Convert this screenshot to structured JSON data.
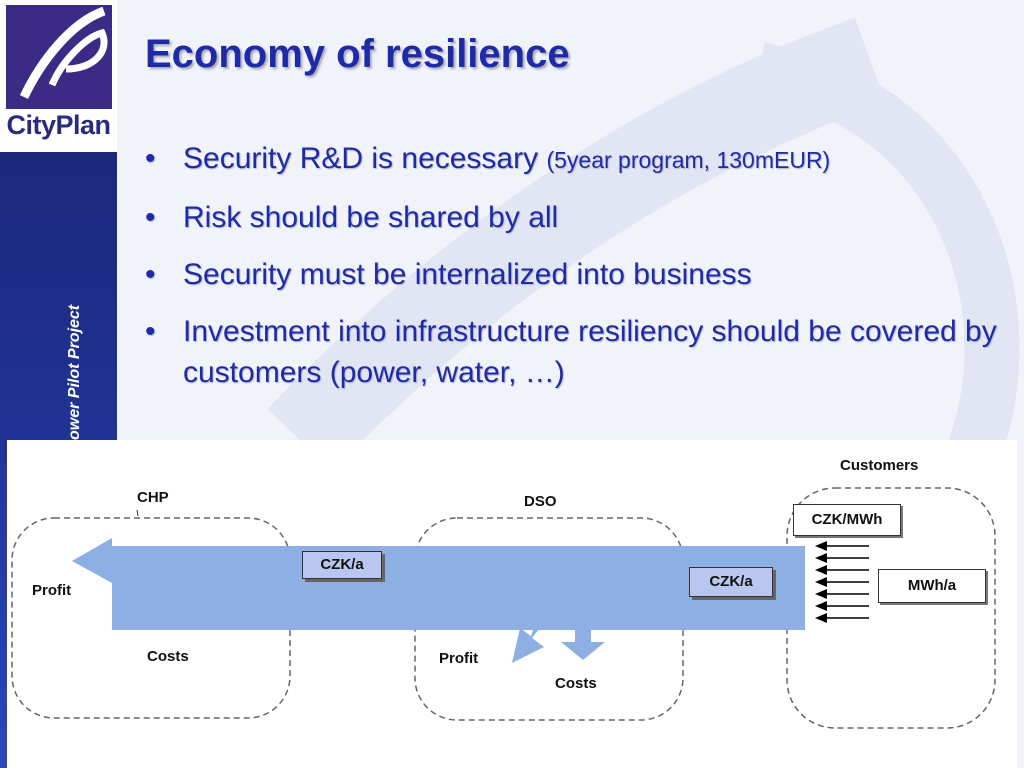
{
  "logo": {
    "name": "CityPlan",
    "icon": "cityplan-logo-mark"
  },
  "sidebar": {
    "label": "ower Pilot Project"
  },
  "title": "Economy of resilience",
  "bullets": [
    {
      "text": "Security R&D is necessary ",
      "note": "(5year program, 130mEUR)"
    },
    {
      "text": "Risk should be shared by all"
    },
    {
      "text": "Security must be internalized into business"
    },
    {
      "text": "Investment into infrastructure resiliency should be covered by customers (power, water, …)"
    }
  ],
  "bullet_symbol": "•",
  "diagram": {
    "chp": {
      "label": "CHP",
      "profit": "Profit",
      "costs": "Costs"
    },
    "dso": {
      "label": "DSO",
      "profit": "Profit",
      "costs": "Costs"
    },
    "customers": {
      "label": "Customers",
      "price_unit": "CZK/MWh",
      "volume_unit": "MWh/a"
    },
    "flow_unit_chp": "CZK/a",
    "flow_unit_dso": "CZK/a"
  },
  "colors": {
    "title": "#1e2aa8",
    "sidebar": "#1e2f8c",
    "logo_purple": "#3b2a86",
    "flow_arrow": "#8eafe3",
    "unit_box": "#b9c6ef"
  }
}
